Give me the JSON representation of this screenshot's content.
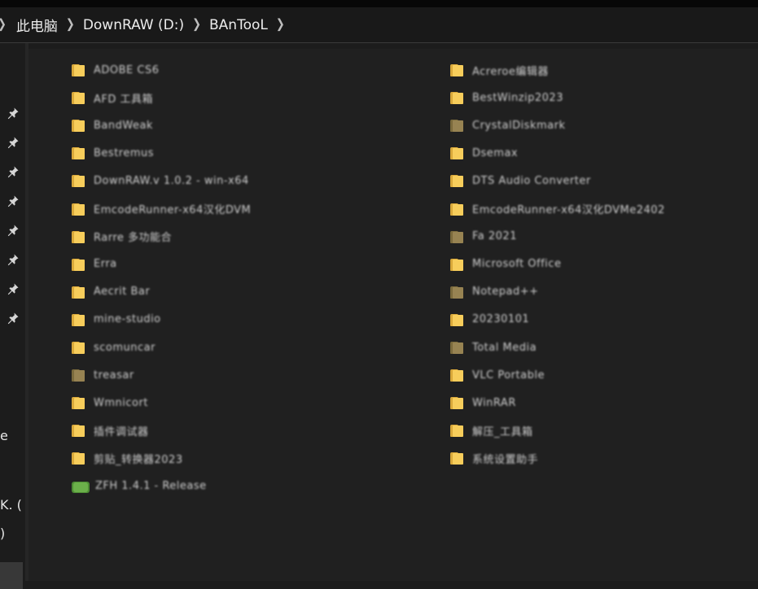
{
  "breadcrumb": {
    "items": [
      "此电脑",
      "DownRAW (D:)",
      "BAnTooL"
    ]
  },
  "sidebar": {
    "partial_labels": [
      "e",
      "K. (",
      ")"
    ]
  },
  "colors": {
    "folder_yellow": "#f7cd5b",
    "folder_olive": "#978352",
    "folder_green": "#6bb04a",
    "background": "#202020"
  },
  "files": {
    "left": [
      {
        "name": "ADOBE CS6",
        "icon": "folder-yellow-icon"
      },
      {
        "name": "AFD 工具箱",
        "icon": "folder-yellow-icon"
      },
      {
        "name": "BandWeak",
        "icon": "folder-yellow-icon"
      },
      {
        "name": "Bestremus",
        "icon": "folder-yellow-icon"
      },
      {
        "name": "DownRAW.v 1.0.2 - win-x64",
        "icon": "folder-yellow-icon"
      },
      {
        "name": "EmcodeRunner-x64汉化DVM",
        "icon": "folder-yellow-icon"
      },
      {
        "name": "Rarre 多功能合",
        "icon": "folder-yellow-icon"
      },
      {
        "name": "Erra",
        "icon": "folder-yellow-icon"
      },
      {
        "name": "Aecrit Bar",
        "icon": "folder-yellow-icon"
      },
      {
        "name": "mine-studio",
        "icon": "folder-yellow-icon"
      },
      {
        "name": "scomuncar",
        "icon": "folder-yellow-icon"
      },
      {
        "name": "treasar",
        "icon": "folder-olive-icon"
      },
      {
        "name": "Wmnicort",
        "icon": "folder-yellow-icon"
      },
      {
        "name": "插件调试器",
        "icon": "folder-yellow-icon"
      },
      {
        "name": "剪贴_转换器2023",
        "icon": "folder-yellow-icon"
      },
      {
        "name": "ZFH 1.4.1 - Release",
        "icon": "folder-green-icon"
      }
    ],
    "right": [
      {
        "name": "Acreroe编辑器",
        "icon": "folder-yellow-icon"
      },
      {
        "name": "BestWinzip2023",
        "icon": "folder-yellow-icon"
      },
      {
        "name": "CrystalDiskmark",
        "icon": "folder-olive-icon"
      },
      {
        "name": "Dsemax",
        "icon": "folder-yellow-icon"
      },
      {
        "name": "DTS Audio Converter",
        "icon": "folder-yellow-icon"
      },
      {
        "name": "EmcodeRunner-x64汉化DVMe2402",
        "icon": "folder-yellow-icon"
      },
      {
        "name": "Fa 2021",
        "icon": "folder-olive-icon"
      },
      {
        "name": "Microsoft Office",
        "icon": "folder-yellow-icon"
      },
      {
        "name": "Notepad++",
        "icon": "folder-olive-icon"
      },
      {
        "name": "20230101",
        "icon": "folder-yellow-icon"
      },
      {
        "name": "Total Media",
        "icon": "folder-olive-icon"
      },
      {
        "name": "VLC Portable",
        "icon": "folder-yellow-icon"
      },
      {
        "name": "WinRAR",
        "icon": "folder-yellow-icon"
      },
      {
        "name": "解压_工具箱",
        "icon": "folder-yellow-icon"
      },
      {
        "name": "系统设置助手",
        "icon": "folder-yellow-icon"
      }
    ]
  }
}
